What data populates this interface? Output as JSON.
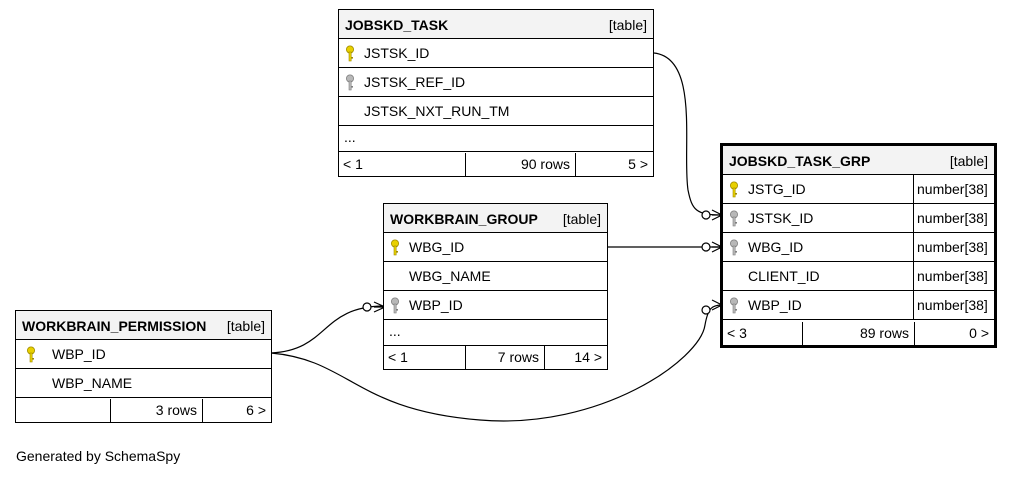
{
  "tables": {
    "jobskd_task": {
      "name": "JOBSKD_TASK",
      "kind": "[table]",
      "columns": [
        {
          "name": "JSTSK_ID",
          "key": "primary",
          "key_color": "#e8d000"
        },
        {
          "name": "JSTSK_REF_ID",
          "key": "foreign",
          "key_color": "#a9a9a9"
        },
        {
          "name": "JSTSK_NXT_RUN_TM",
          "key": "none"
        }
      ],
      "more": "...",
      "footer": {
        "left": "< 1",
        "rows": "90 rows",
        "right": "5 >"
      }
    },
    "jobskd_task_grp": {
      "name": "JOBSKD_TASK_GRP",
      "kind": "[table]",
      "columns": [
        {
          "name": "JSTG_ID",
          "type": "number[38]",
          "key": "primary",
          "key_color": "#e8d000"
        },
        {
          "name": "JSTSK_ID",
          "type": "number[38]",
          "key": "foreign",
          "key_color": "#a9a9a9"
        },
        {
          "name": "WBG_ID",
          "type": "number[38]",
          "key": "foreign",
          "key_color": "#a9a9a9"
        },
        {
          "name": "CLIENT_ID",
          "type": "number[38]",
          "key": "none"
        },
        {
          "name": "WBP_ID",
          "type": "number[38]",
          "key": "foreign",
          "key_color": "#a9a9a9"
        }
      ],
      "footer": {
        "left": "< 3",
        "rows": "89 rows",
        "right": "0 >"
      }
    },
    "workbrain_group": {
      "name": "WORKBRAIN_GROUP",
      "kind": "[table]",
      "columns": [
        {
          "name": "WBG_ID",
          "key": "primary",
          "key_color": "#e8d000"
        },
        {
          "name": "WBG_NAME",
          "key": "none"
        },
        {
          "name": "WBP_ID",
          "key": "foreign",
          "key_color": "#a9a9a9"
        }
      ],
      "more": "...",
      "footer": {
        "left": "< 1",
        "rows": "7 rows",
        "right": "14 >"
      }
    },
    "workbrain_permission": {
      "name": "WORKBRAIN_PERMISSION",
      "kind": "[table]",
      "columns": [
        {
          "name": "WBP_ID",
          "key": "primary",
          "key_color": "#e8d000"
        },
        {
          "name": "WBP_NAME",
          "key": "none"
        }
      ],
      "footer": {
        "left": "",
        "rows": "3 rows",
        "right": "6 >"
      }
    }
  },
  "relationships": [
    {
      "from": "JOBSKD_TASK.JSTSK_ID",
      "to": "JOBSKD_TASK_GRP.JSTSK_ID"
    },
    {
      "from": "WORKBRAIN_GROUP.WBG_ID",
      "to": "JOBSKD_TASK_GRP.WBG_ID"
    },
    {
      "from": "WORKBRAIN_PERMISSION.WBP_ID",
      "to": "WORKBRAIN_GROUP.WBP_ID"
    },
    {
      "from": "WORKBRAIN_PERMISSION.WBP_ID",
      "to": "JOBSKD_TASK_GRP.WBP_ID"
    }
  ],
  "generated_by": "Generated by SchemaSpy",
  "colors": {
    "line": "#000000",
    "header_bg": "#f3f3f3"
  }
}
